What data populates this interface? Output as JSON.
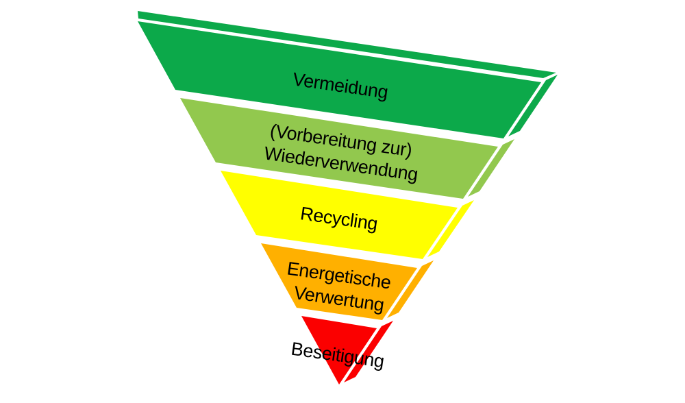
{
  "diagram": {
    "background": "#ffffff",
    "text_color": "#000000",
    "levels": [
      {
        "lines": [
          "Vermeidung"
        ],
        "color": "#0ca94a"
      },
      {
        "lines": [
          "(Vorbereitung zur)",
          "Wiederverwendung"
        ],
        "color": "#92c84e"
      },
      {
        "lines": [
          "Recycling"
        ],
        "color": "#ffff00"
      },
      {
        "lines": [
          "Energetische",
          "Verwertung"
        ],
        "color": "#ffb000"
      },
      {
        "lines": [
          "Beseitigung"
        ],
        "color": "#fb0000"
      }
    ]
  }
}
